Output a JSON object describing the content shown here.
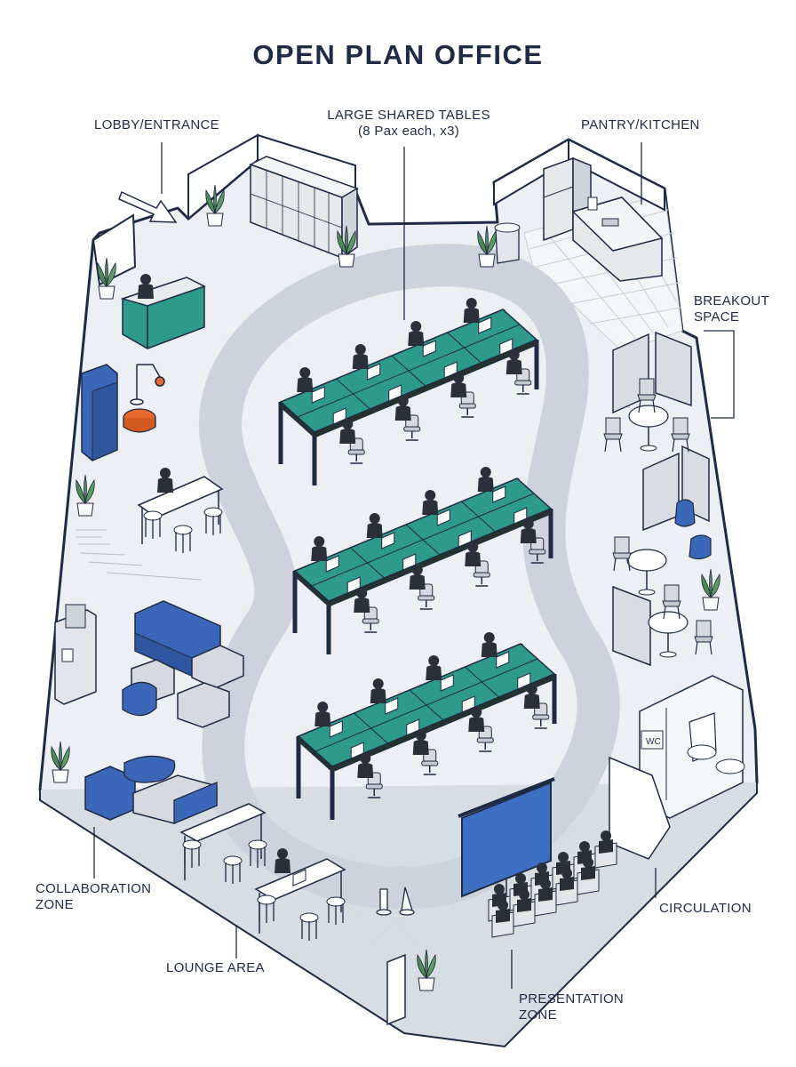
{
  "title": "OPEN PLAN OFFICE",
  "labels": {
    "lobby": "LOBBY/ENTRANCE",
    "tables_line1": "LARGE SHARED TABLES",
    "tables_line2": "(8 Pax each, x3)",
    "pantry": "PANTRY/KITCHEN",
    "breakout_line1": "BREAKOUT",
    "breakout_line2": "SPACE",
    "collab_line1": "COLLABORATION",
    "collab_line2": "ZONE",
    "lounge": "LOUNGE AREA",
    "circulation": "CIRCULATION",
    "presentation_line1": "PRESENTATION",
    "presentation_line2": "ZONE",
    "wc": "WC"
  },
  "colors": {
    "ink": "#1f2a44",
    "floor": "#eceff4",
    "path": "#cdd2dc",
    "table_teal": "#2e9a8a",
    "sofa_blue": "#3b67b8",
    "accent_orange": "#e8692f",
    "plant_green": "#4f8a55",
    "panel_grey": "#d9dce2",
    "screen_blue": "#3d6fc2"
  },
  "shared_tables": [
    {
      "name": "table-1",
      "seats": 8
    },
    {
      "name": "table-2",
      "seats": 8
    },
    {
      "name": "table-3",
      "seats": 8
    }
  ]
}
